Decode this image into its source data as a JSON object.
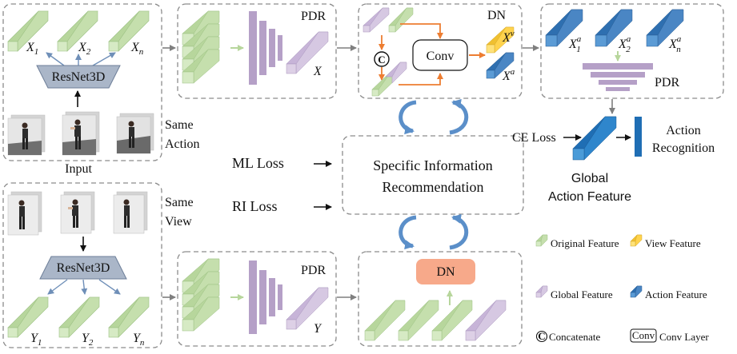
{
  "colors": {
    "green_face": "#d6eac4",
    "green_side": "#b7d69c",
    "purple_face": "#ddd0e6",
    "purple_side": "#b9a5c9",
    "purple_bar": "#b5a0c7",
    "blue_face": "#5b9bd5",
    "blue_side": "#2e6fb0",
    "yellow_face": "#ffe27a",
    "yellow_side": "#f0c030",
    "resnet_fill": "#aab6c8",
    "dn_fill": "#f7a98a",
    "orange_arrow": "#ed7d31",
    "cycle_arrow": "#5b8fc9",
    "dash_border": "#8c8c8c"
  },
  "top": {
    "features": [
      "X_1",
      "X_2",
      "X_n"
    ],
    "resnet": "ResNet3D",
    "input_label": "Input",
    "same_label_1": "Same",
    "same_label_2": "Action",
    "pdr_label": "PDR",
    "pdr_output": "X",
    "dn_label": "DN",
    "conv_label": "Conv",
    "concat_symbol": "C",
    "dn_out_v": "X^v",
    "dn_out_a": "X^a",
    "right_features": [
      "X_1^a",
      "X_2^a",
      "X_n^a"
    ],
    "right_pdr_label": "PDR"
  },
  "bottom": {
    "features": [
      "Y_1",
      "Y_2",
      "Y_n"
    ],
    "resnet": "ResNet3D",
    "same_label_1": "Same",
    "same_label_2": "View",
    "pdr_label": "PDR",
    "pdr_output": "Y",
    "dn_label": "DN"
  },
  "center": {
    "ml_loss": "ML Loss",
    "ri_loss": "RI Loss",
    "sir_line1": "Specific Information",
    "sir_line2": "Recommendation"
  },
  "right": {
    "ce_loss": "CE Loss",
    "global_line1": "Global",
    "global_line2": "Action Feature",
    "action_line1": "Action",
    "action_line2": "Recognition"
  },
  "legend": {
    "original": "Original Feature",
    "view": "View Feature",
    "global": "Global Feature",
    "action": "Action Feature",
    "concat_symbol": "C",
    "concat": "Concatenate",
    "conv_box": "Conv",
    "conv_layer": "Conv Layer"
  }
}
